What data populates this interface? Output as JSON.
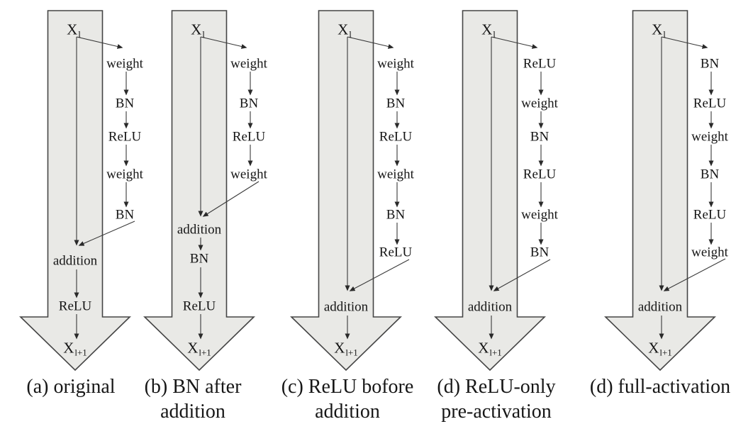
{
  "figure": {
    "colors": {
      "arrow_fill": "#e9e9e6",
      "arrow_stroke": "#454545",
      "line": "#3a3a3a",
      "text": "#161616",
      "background": "#ffffff"
    },
    "io": {
      "x": "X",
      "in_sub": "l",
      "out_sub": "l+1"
    }
  },
  "columns": [
    {
      "id": "a",
      "branch_ops": [
        "weight",
        "BN",
        "ReLU",
        "weight",
        "BN"
      ],
      "merge_label": "addition",
      "post_ops": [
        "ReLU"
      ],
      "caption_lines": [
        "(a) original"
      ]
    },
    {
      "id": "b",
      "branch_ops": [
        "weight",
        "BN",
        "ReLU",
        "weight"
      ],
      "merge_label": "addition",
      "post_ops": [
        "BN",
        "ReLU"
      ],
      "caption_lines": [
        "(b) BN after",
        "addition"
      ]
    },
    {
      "id": "c",
      "branch_ops": [
        "weight",
        "BN",
        "ReLU",
        "weight",
        "BN",
        "ReLU"
      ],
      "merge_label": "addition",
      "post_ops": [],
      "caption_lines": [
        "(c) ReLU bofore",
        "addition"
      ]
    },
    {
      "id": "d",
      "branch_ops": [
        "ReLU",
        "weight",
        "BN",
        "ReLU",
        "weight",
        "BN"
      ],
      "merge_label": "addition",
      "post_ops": [],
      "caption_lines": [
        "(d) ReLU-only",
        "pre-activation"
      ]
    },
    {
      "id": "e",
      "branch_ops": [
        "BN",
        "ReLU",
        "weight",
        "BN",
        "ReLU",
        "weight"
      ],
      "merge_label": "addition",
      "post_ops": [],
      "caption_lines": [
        "(d) full-activation"
      ]
    }
  ]
}
